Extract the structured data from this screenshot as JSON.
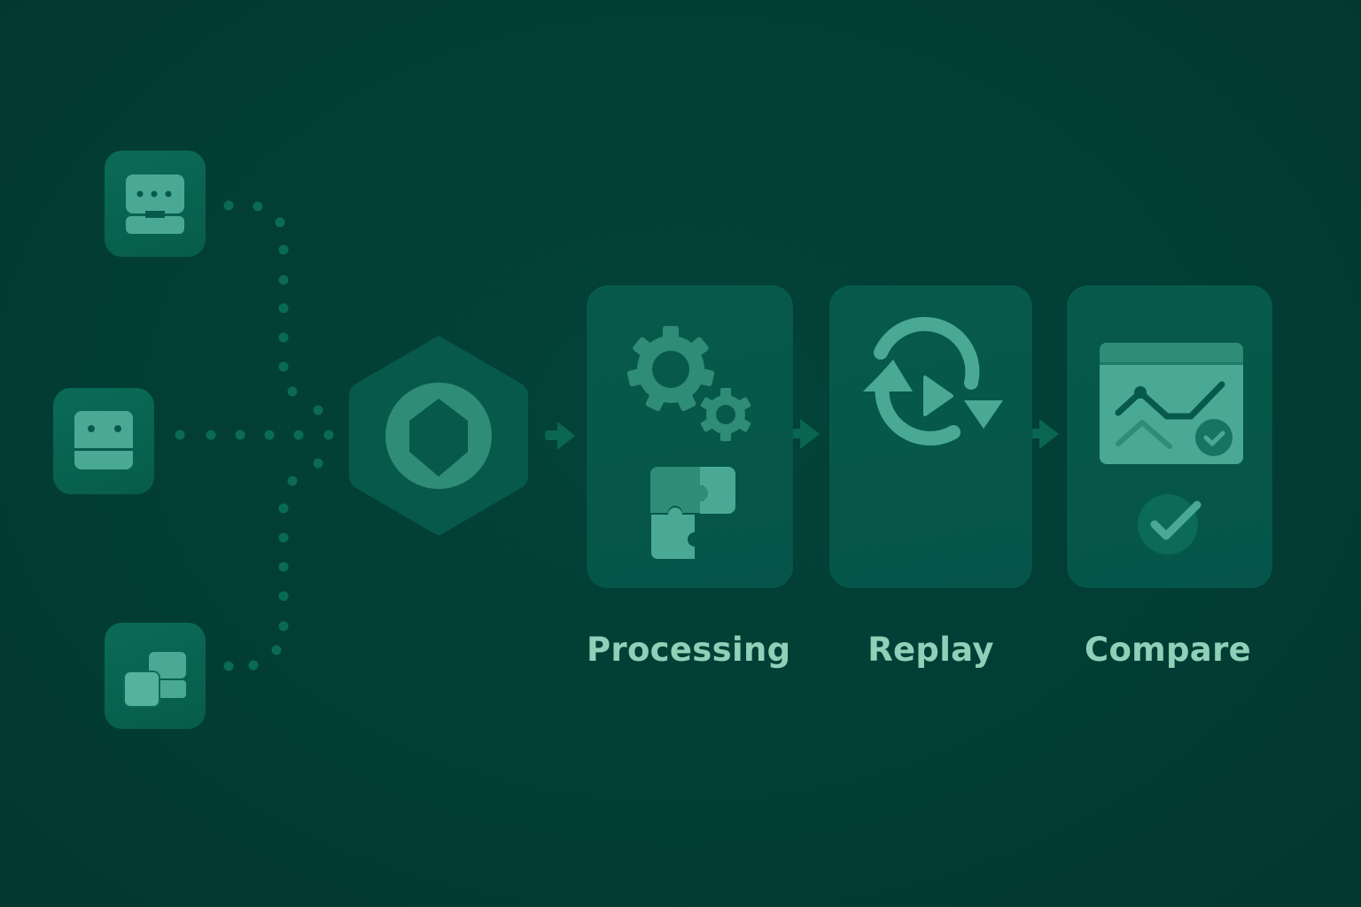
{
  "diagram": {
    "type": "pipeline-flow",
    "colors": {
      "background": "#023d34",
      "tile": "#0a6b58",
      "card": "#075a4b",
      "icon_light": "#4aa994",
      "icon_mid": "#2f8c77",
      "dot": "#0b6a56",
      "arrow": "#0a6652",
      "label": "#8fd1b8"
    },
    "sources": [
      {
        "id": "source-1",
        "icon": "chat-bot-icon"
      },
      {
        "id": "source-2",
        "icon": "robot-face-icon"
      },
      {
        "id": "source-3",
        "icon": "stacked-windows-icon"
      }
    ],
    "hub": {
      "icon": "hexagon-nut-icon"
    },
    "stages": [
      {
        "id": "processing",
        "label": "Processing",
        "icons": [
          "gears-icon",
          "puzzle-icon"
        ]
      },
      {
        "id": "replay",
        "label": "Replay",
        "icons": [
          "replay-cycle-icon"
        ]
      },
      {
        "id": "compare",
        "label": "Compare",
        "icons": [
          "chart-window-icon",
          "check-circle-icon"
        ]
      }
    ]
  }
}
